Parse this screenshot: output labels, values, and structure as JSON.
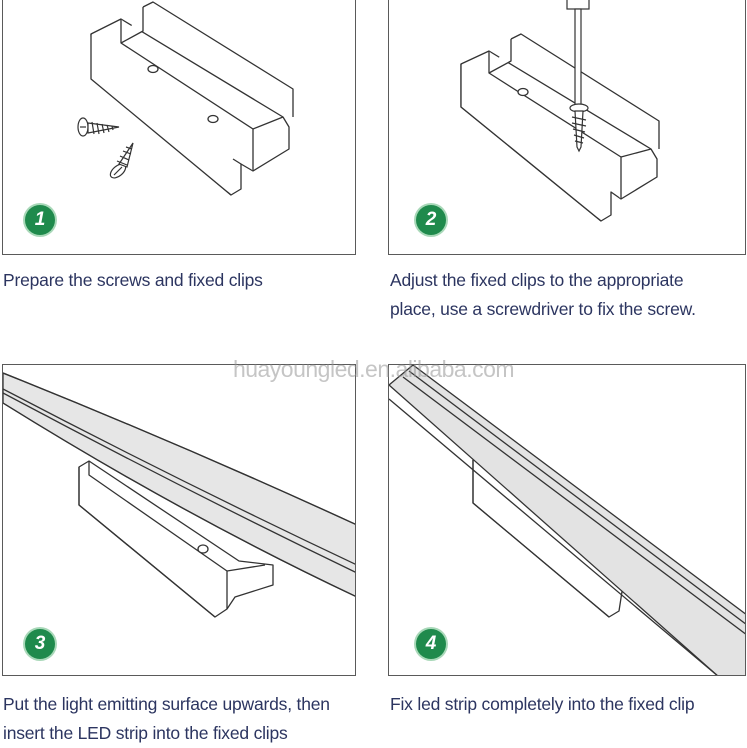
{
  "steps": [
    {
      "number": "1",
      "caption": "Prepare the screws and fixed clips"
    },
    {
      "number": "2",
      "caption": "Adjust the fixed clips to the appropriate place, use a screwdriver to fix the screw."
    },
    {
      "number": "3",
      "caption": "Put the light emitting surface upwards, then insert the LED strip into the fixed clips"
    },
    {
      "number": "4",
      "caption": "Fix led strip completely into the fixed clip"
    }
  ],
  "watermark": "huayoungled.en.alibaba.com",
  "colors": {
    "badge": "#1f8a4c",
    "caption": "#2c3560",
    "border": "#5a5a5a"
  }
}
